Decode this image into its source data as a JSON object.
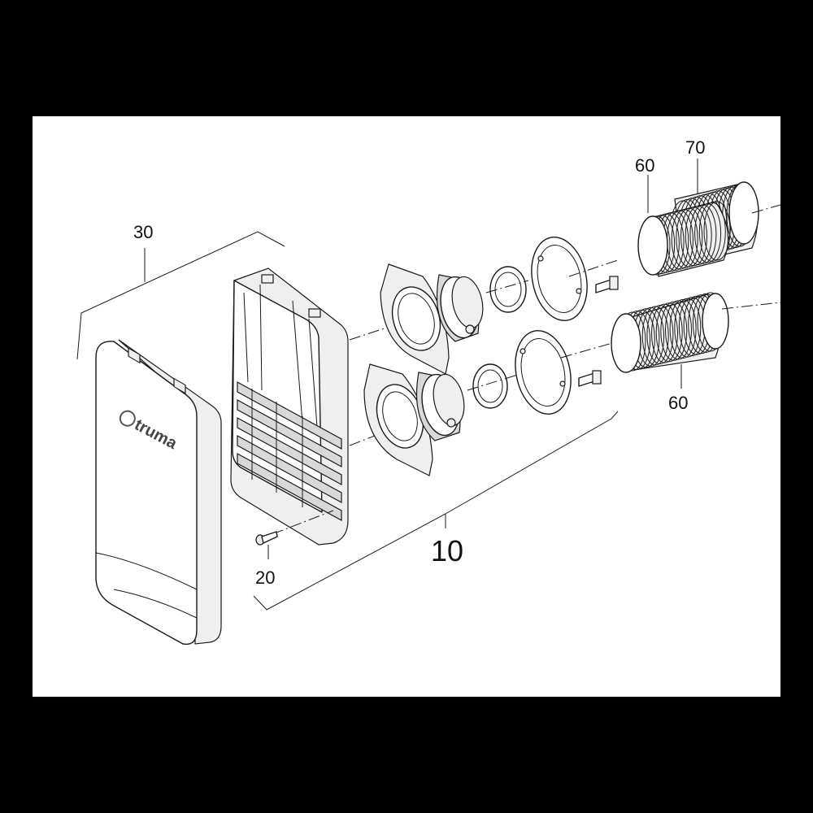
{
  "diagram": {
    "brand_logo": "truma",
    "callouts": [
      {
        "id": "part-30",
        "label": "30"
      },
      {
        "id": "part-20",
        "label": "20"
      },
      {
        "id": "part-10",
        "label": "10"
      },
      {
        "id": "part-60-top",
        "label": "60"
      },
      {
        "id": "part-70",
        "label": "70"
      },
      {
        "id": "part-60-bottom",
        "label": "60"
      }
    ],
    "colors": {
      "background": "#000000",
      "canvas": "#ffffff",
      "line": "#1a1a1a",
      "highlight_callout": "#f07f2b"
    }
  }
}
